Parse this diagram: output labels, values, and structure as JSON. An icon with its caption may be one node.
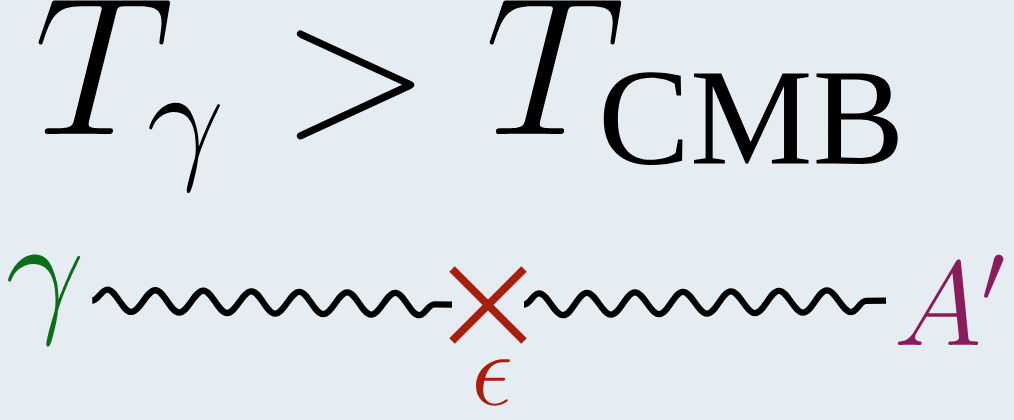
{
  "diagram": {
    "title": "T_\\gamma > T_{\\mathrm{CMB}}",
    "nodes": [
      {
        "text": [
          "\\gamma"
        ]
      },
      {
        "text": [],
        "shape": "cross",
        "beside": [
          "\\epsilon"
        ]
      },
      {
        "text": [
          "A'"
        ]
      }
    ],
    "edges": [
      {
        "from": 0,
        "to": 1,
        "arrow": "none"
      },
      {
        "from": 1,
        "to": 2,
        "arrow": "none"
      }
    ]
  }
}
